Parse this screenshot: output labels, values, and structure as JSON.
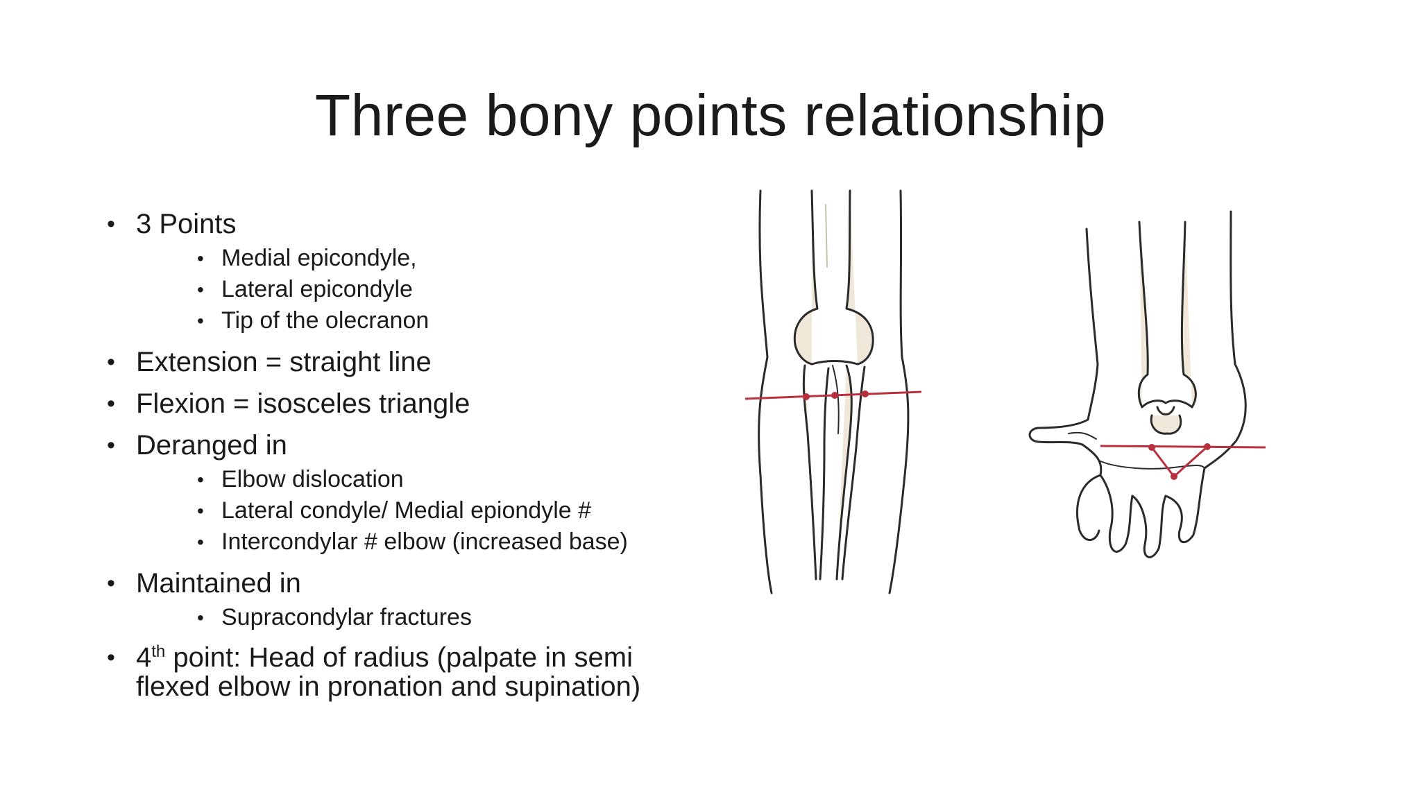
{
  "title": "Three bony points relationship",
  "bullets": [
    {
      "text": "3 Points",
      "sub": [
        "Medial epicondyle,",
        "Lateral epicondyle",
        "Tip of the olecranon"
      ]
    },
    {
      "text": "Extension = straight line",
      "sub": []
    },
    {
      "text": "Flexion = isosceles triangle",
      "sub": []
    },
    {
      "text": "Deranged in",
      "sub": [
        "Elbow dislocation",
        "Lateral condyle/ Medial epiondyle #",
        "Intercondylar # elbow (increased base)"
      ]
    },
    {
      "text": "Maintained in",
      "sub": [
        "Supracondylar fractures"
      ]
    }
  ],
  "fourth_point": {
    "number": "4",
    "ordinal_suffix": "th",
    "text_line1": " point:  Head of radius (palpate in semi",
    "text_line2": "flexed elbow in pronation and supination)"
  },
  "colors": {
    "marker_line": "#b8303d",
    "bone_fill": "#efe8d8",
    "limb_outline": "#2a2a2a"
  }
}
